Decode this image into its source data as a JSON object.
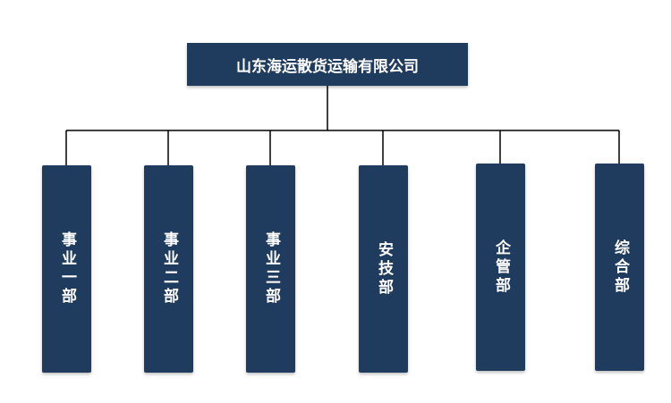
{
  "org_chart": {
    "root": {
      "label": "山东海运散货运输有限公司"
    },
    "departments": [
      {
        "label": "事业一部"
      },
      {
        "label": "事业二部"
      },
      {
        "label": "事业三部"
      },
      {
        "label": "安技部"
      },
      {
        "label": "企管部"
      },
      {
        "label": "综合部"
      }
    ]
  },
  "colors": {
    "box_fill": "#1f3b5e",
    "box_text": "#ffffff",
    "connector": "#000000",
    "background": "#ffffff"
  }
}
